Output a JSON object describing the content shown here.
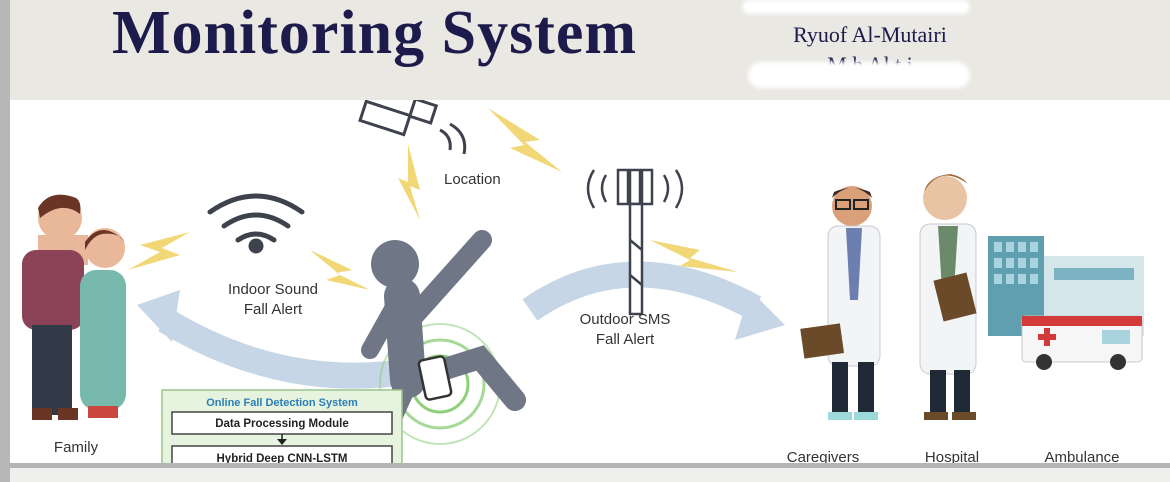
{
  "slide": {
    "title": "Monitoring System",
    "author": "Ryuof Al-Mutairi"
  },
  "figure": {
    "labels": {
      "location": "Location",
      "indoor_line1": "Indoor Sound",
      "indoor_line2": "Fall Alert",
      "outdoor_line1": "Outdoor SMS",
      "outdoor_line2": "Fall Alert",
      "family": "Family",
      "caregivers": "Caregivers",
      "hospital": "Hospital",
      "ambulance": "Ambulance"
    },
    "system": {
      "title": "Online Fall Detection System",
      "module1": "Data Processing Module",
      "module2": "Hybrid Deep CNN-LSTM"
    }
  },
  "colors": {
    "title": "#1d1a4c",
    "person": "#6f7686",
    "arrow": "#c6d6e6",
    "lightning": "#f2d777",
    "system_title": "#2b7fb6",
    "ring": "#8fd07c"
  }
}
